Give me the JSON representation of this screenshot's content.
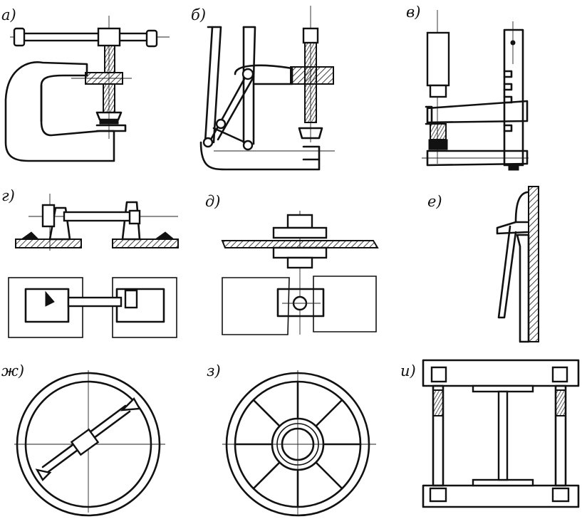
{
  "figure": {
    "labels": {
      "a": "а)",
      "b": "б)",
      "v": "в)",
      "g": "г)",
      "d": "д)",
      "e": "е)",
      "zh": "ж)",
      "z": "з)",
      "i": "и)"
    }
  }
}
